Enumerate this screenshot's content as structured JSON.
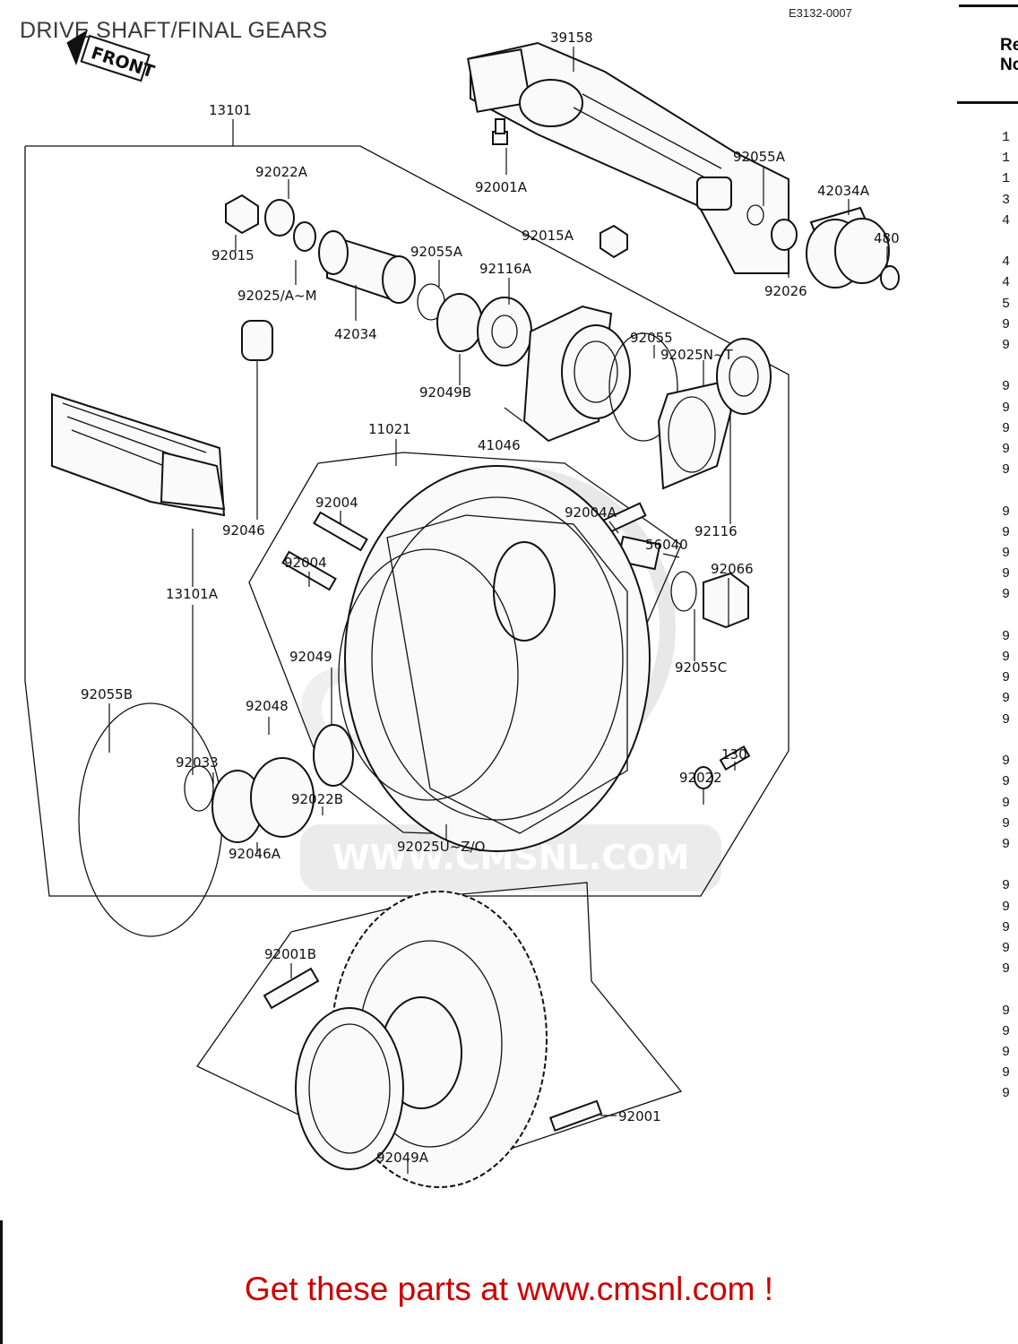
{
  "title": "DRIVE SHAFT/FINAL GEARS",
  "diagram_code": "E3132-0007",
  "front_marker": "FRONT",
  "watermark": "WWW.CMSNL.COM",
  "right_column_header": "Re\nNo",
  "right_column_stubs": "1\n1\n1\n3\n4\n\n4\n4\n5\n9\n9\n\n9\n9\n9\n9\n9\n\n9\n9\n9\n9\n9\n\n9\n9\n9\n9\n9\n\n9\n9\n9\n9\n9\n\n9\n9\n9\n9\n9\n\n9\n9\n9\n9\n9",
  "labels": {
    "l39158": "39158",
    "l13101": "13101",
    "l92022A": "92022A",
    "l92015": "92015",
    "l92025AM": "92025/A~M",
    "l42034": "42034",
    "l92055A_1": "92055A",
    "l92116A": "92116A",
    "l92015A": "92015A",
    "l92001A": "92001A",
    "l92055A_2": "92055A",
    "l42034A": "42034A",
    "l480": "480",
    "l92026": "92026",
    "l92055": "92055",
    "l92025NT": "92025N~T",
    "l92049B": "92049B",
    "l41046": "41046",
    "l11021": "11021",
    "l92004_1": "92004",
    "l92004A": "92004A",
    "l92116": "92116",
    "l92046": "92046",
    "l92004_2": "92004",
    "l56040": "56040",
    "l92066": "92066",
    "l13101A": "13101A",
    "l92049": "92049",
    "l92055C": "92055C",
    "l92055B": "92055B",
    "l92048": "92048",
    "l92033": "92033",
    "l130": "130",
    "l92022": "92022",
    "l92022B": "92022B",
    "l92046A": "92046A",
    "l92025UZO": "92025U~Z/O",
    "l92001B": "92001B",
    "l92001": "92001",
    "l92049A": "92049A"
  },
  "footer": "Get these parts at www.cmsnl.com !",
  "colors": {
    "footer": "#cc0000",
    "ink": "#111111",
    "watermark": "#d9d9d9"
  }
}
